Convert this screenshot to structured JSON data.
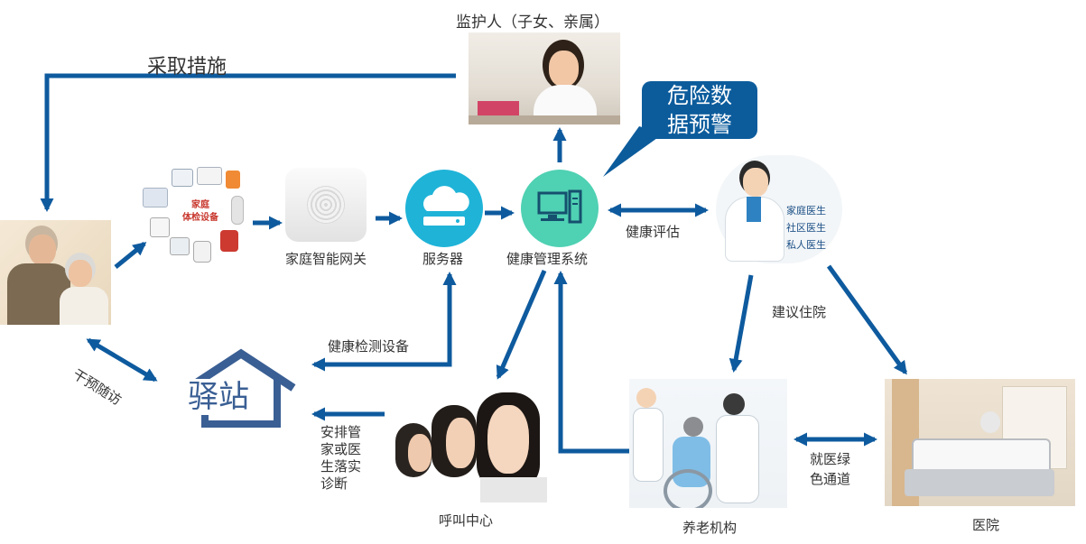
{
  "guardian": {
    "label": "监护人（子女、亲属）"
  },
  "take_measures": {
    "label": "采取措施"
  },
  "danger_bubble": {
    "line1": "危险数",
    "line2": "据预警"
  },
  "home_devices": {
    "title_line1": "家庭",
    "title_line2": "体检设备"
  },
  "gateway": {
    "label": "家庭智能网关"
  },
  "server": {
    "label": "服务器"
  },
  "health_system": {
    "label": "健康管理系统"
  },
  "health_eval": {
    "label": "健康评估"
  },
  "doctor": {
    "roles": [
      "家庭医生",
      "社区医生",
      "私人医生"
    ]
  },
  "suggest_hospital": {
    "label": "建议住院"
  },
  "health_devices": {
    "label": "健康检测设备"
  },
  "intervene": {
    "label": "干预随访"
  },
  "station": {
    "label": "驿站"
  },
  "arrange": {
    "lines": [
      "安排管",
      "家或医",
      "生落实",
      "诊断"
    ]
  },
  "call_center": {
    "label": "呼叫中心"
  },
  "nursing_home": {
    "label": "养老机构"
  },
  "green_channel": {
    "lines": [
      "就医绿",
      "色通道"
    ]
  },
  "hospital": {
    "label": "医院"
  },
  "colors": {
    "arrow": "#0e5a9e",
    "server_circle": "#1fb3d8",
    "system_circle": "#4fd1b3",
    "bubble": "#0c5c9c",
    "station": "#3a5f94"
  }
}
